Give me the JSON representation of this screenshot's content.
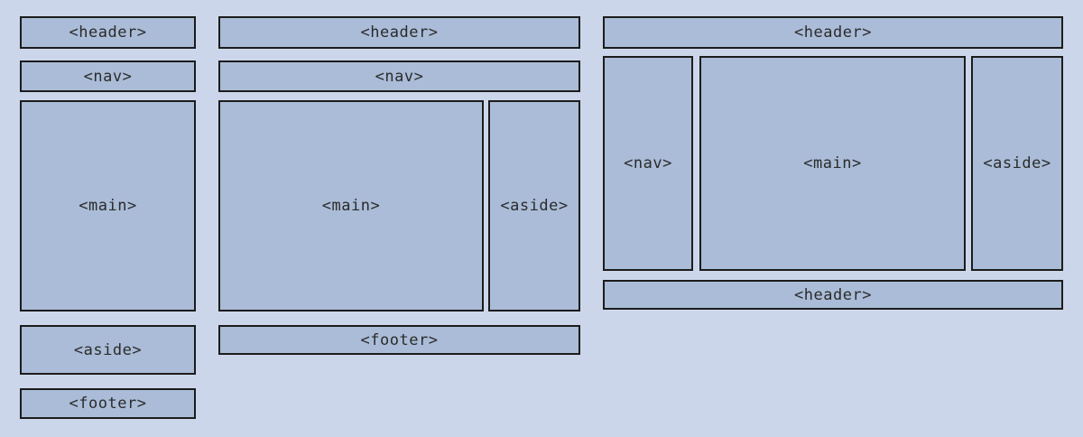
{
  "diagram": {
    "colors": {
      "background": "#ccd6ea",
      "box_fill": "#aabcd7",
      "box_border": "#1c1c1c",
      "text": "#2b2b2b"
    },
    "layouts": [
      {
        "id": "layout-1",
        "boxes": [
          {
            "tag": "header",
            "label": "<header>"
          },
          {
            "tag": "nav",
            "label": "<nav>"
          },
          {
            "tag": "main",
            "label": "<main>"
          },
          {
            "tag": "aside",
            "label": "<aside>"
          },
          {
            "tag": "footer",
            "label": "<footer>"
          }
        ]
      },
      {
        "id": "layout-2",
        "boxes": [
          {
            "tag": "header",
            "label": "<header>"
          },
          {
            "tag": "nav",
            "label": "<nav>"
          },
          {
            "tag": "main",
            "label": "<main>"
          },
          {
            "tag": "aside",
            "label": "<aside>"
          },
          {
            "tag": "footer",
            "label": "<footer>"
          }
        ]
      },
      {
        "id": "layout-3",
        "boxes": [
          {
            "tag": "header",
            "label": "<header>"
          },
          {
            "tag": "nav",
            "label": "<nav>"
          },
          {
            "tag": "main",
            "label": "<main>"
          },
          {
            "tag": "aside",
            "label": "<aside>"
          },
          {
            "tag": "header",
            "label": "<header>"
          }
        ]
      }
    ]
  }
}
